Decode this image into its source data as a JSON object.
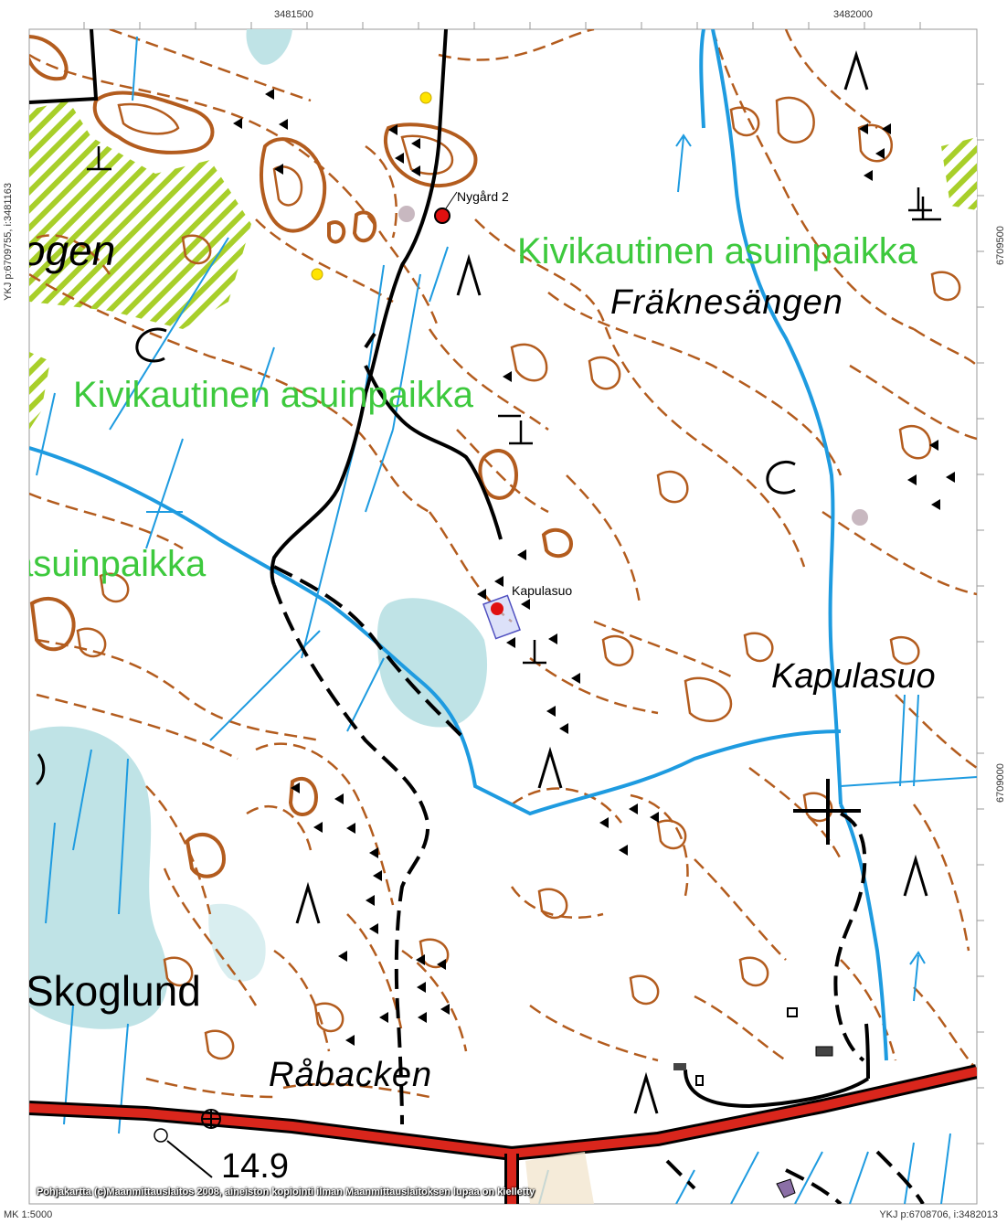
{
  "coordinates": {
    "top_left_x": "3481500",
    "top_right_x": "3482000",
    "left_vertical": "YKJ p:6709755, i:3481163",
    "right_upper_y": "6709500",
    "right_lower_y": "6709000",
    "bottom_right": "YKJ p:6708706, i:3482013",
    "scale": "MK 1:5000"
  },
  "labels": {
    "place_nygard": "Nygård 2",
    "site_1": "Kivikautinen asuinpaikka",
    "site_2": "Kivikautinen asuinpaikka",
    "site_3_fragment": "asuinpaikka",
    "site_ogen_fragment": "ogen",
    "fraknesangen": "Fräknesängen",
    "kapulasuo_point": "Kapulasuo",
    "kapulasuo_area": "Kapulasuo",
    "skoglund": "Skoglund",
    "rabacken": "Råbacken",
    "elevation": "14.9"
  },
  "copyright": "Pohjakartta (c)Maanmittauslaitos 2008, aineiston kopiointi ilman Maanmittauslaitoksen lupaa on kielletty",
  "colors": {
    "contour": "#b35c1e",
    "water": "#1e9be0",
    "water_area": "#bfe3e6",
    "road": "#000000",
    "main_road": "#d9261c",
    "label_green": "#3dc93d",
    "hatch_green": "#a8cf2a",
    "point_red": "#e01010",
    "point_yellow": "#ffe400"
  }
}
